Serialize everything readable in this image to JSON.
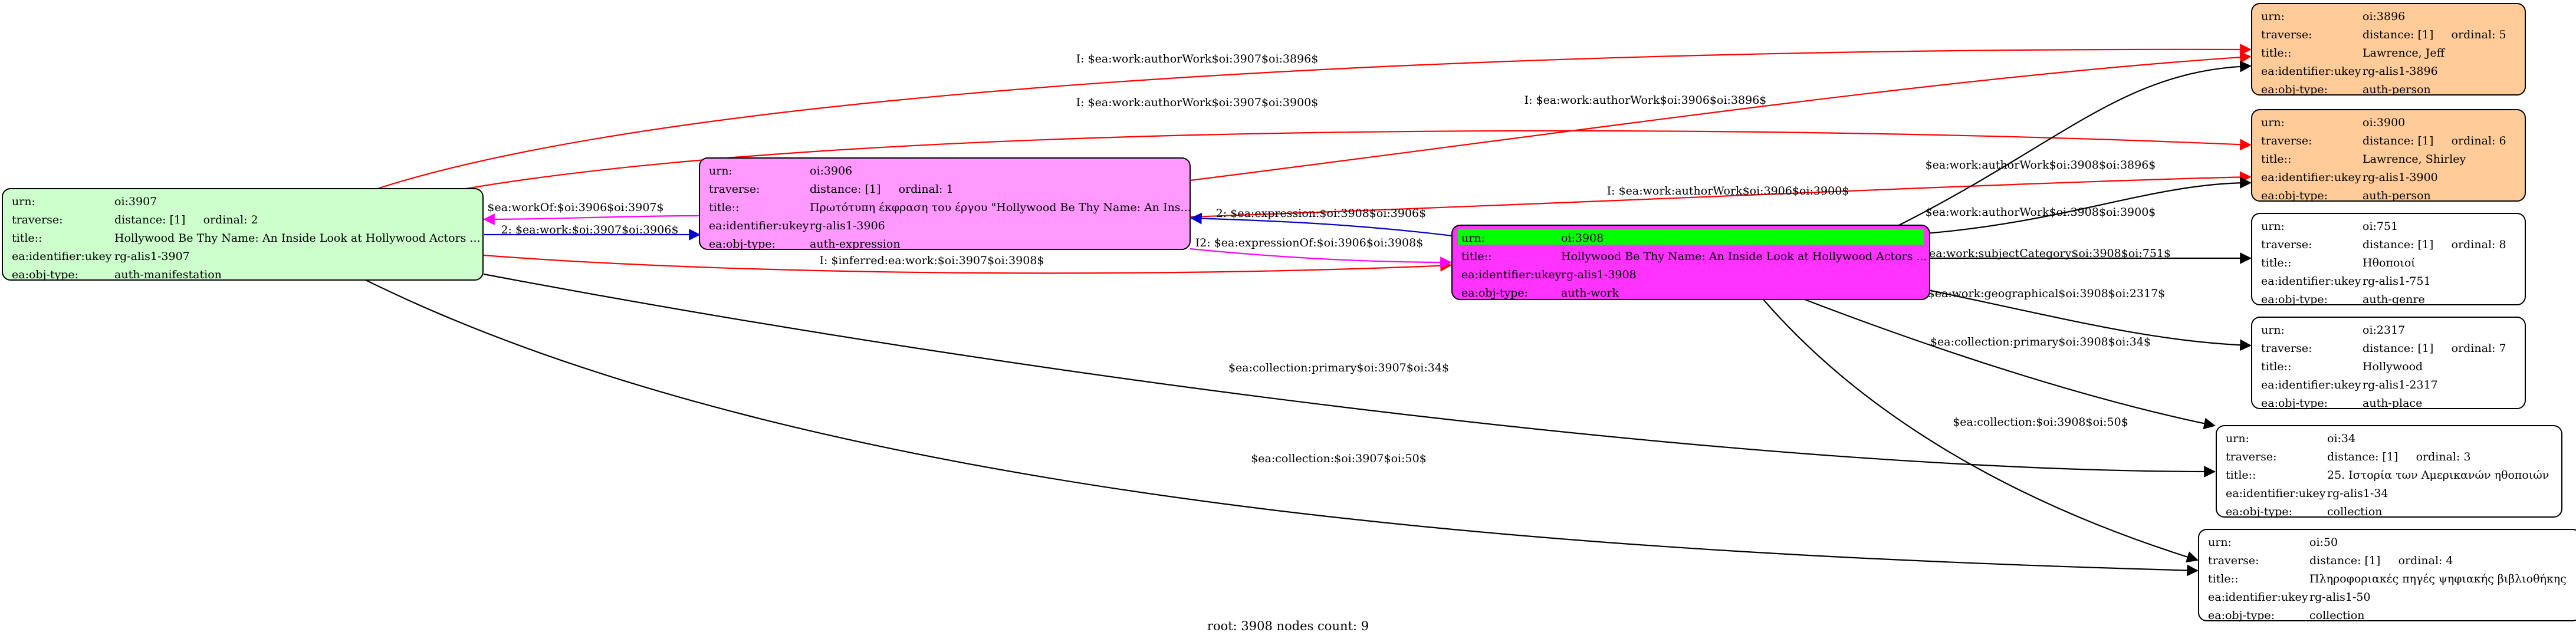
{
  "colors": {
    "manifestation": "#ccffcc",
    "expression": "#ff99ff",
    "work": "#ff33ff",
    "work_urn_row": "#00ff00",
    "person": "#ffcc99",
    "plain": "#ffffff",
    "edge_red": "#ff0000",
    "edge_blue": "#0000cc",
    "edge_magenta": "#ff00ff",
    "edge_black": "#000000"
  },
  "nodes": [
    {
      "id": "n3907",
      "style": "manifestation",
      "rows": [
        [
          "urn:",
          "oi:3907"
        ],
        [
          "traverse:",
          "distance: [1]     ordinal: 2"
        ],
        [
          "title::",
          "Hollywood Be Thy Name: An Inside Look at Hollywood Actors ..."
        ],
        [
          "ea:identifier:ukey",
          "rg-alis1-3907"
        ],
        [
          "ea:obj-type:",
          "auth-manifestation"
        ]
      ]
    },
    {
      "id": "n3906",
      "style": "expression",
      "rows": [
        [
          "urn:",
          "oi:3906"
        ],
        [
          "traverse:",
          "distance: [1]     ordinal: 1"
        ],
        [
          "title::",
          "Πρωτότυπη έκφραση του έργου \"Hollywood Be Thy Name: An Ins..."
        ],
        [
          "ea:identifier:ukey",
          "rg-alis1-3906"
        ],
        [
          "ea:obj-type:",
          "auth-expression"
        ]
      ]
    },
    {
      "id": "n3908",
      "style": "work",
      "rows": [
        [
          "urn:",
          "oi:3908"
        ],
        [
          "title::",
          "Hollywood Be Thy Name: An Inside Look at Hollywood Actors ..."
        ],
        [
          "ea:identifier:ukey",
          "rg-alis1-3908"
        ],
        [
          "ea:obj-type:",
          "auth-work"
        ]
      ]
    },
    {
      "id": "n3896",
      "style": "person",
      "rows": [
        [
          "urn:",
          "oi:3896"
        ],
        [
          "traverse:",
          "distance: [1]     ordinal: 5"
        ],
        [
          "title::",
          "Lawrence, Jeff"
        ],
        [
          "ea:identifier:ukey",
          "rg-alis1-3896"
        ],
        [
          "ea:obj-type:",
          "auth-person"
        ]
      ]
    },
    {
      "id": "n3900",
      "style": "person",
      "rows": [
        [
          "urn:",
          "oi:3900"
        ],
        [
          "traverse:",
          "distance: [1]     ordinal: 6"
        ],
        [
          "title::",
          "Lawrence, Shirley"
        ],
        [
          "ea:identifier:ukey",
          "rg-alis1-3900"
        ],
        [
          "ea:obj-type:",
          "auth-person"
        ]
      ]
    },
    {
      "id": "n751",
      "style": "plain",
      "rows": [
        [
          "urn:",
          "oi:751"
        ],
        [
          "traverse:",
          "distance: [1]     ordinal: 8"
        ],
        [
          "title::",
          "Ηθοποιοί"
        ],
        [
          "ea:identifier:ukey",
          "rg-alis1-751"
        ],
        [
          "ea:obj-type:",
          "auth-genre"
        ]
      ]
    },
    {
      "id": "n2317",
      "style": "plain",
      "rows": [
        [
          "urn:",
          "oi:2317"
        ],
        [
          "traverse:",
          "distance: [1]     ordinal: 7"
        ],
        [
          "title::",
          "Hollywood"
        ],
        [
          "ea:identifier:ukey",
          "rg-alis1-2317"
        ],
        [
          "ea:obj-type:",
          "auth-place"
        ]
      ]
    },
    {
      "id": "n34",
      "style": "plain",
      "rows": [
        [
          "urn:",
          "oi:34"
        ],
        [
          "traverse:",
          "distance: [1]     ordinal: 3"
        ],
        [
          "title::",
          "25. Ιστορία των Αμερικανών ηθοποιών"
        ],
        [
          "ea:identifier:ukey",
          "rg-alis1-34"
        ],
        [
          "ea:obj-type:",
          "collection"
        ]
      ]
    },
    {
      "id": "n50",
      "style": "plain",
      "rows": [
        [
          "urn:",
          "oi:50"
        ],
        [
          "traverse:",
          "distance: [1]     ordinal: 4"
        ],
        [
          "title::",
          "Πληροφοριακές πηγές ψηφιακής βιβλιοθήκης"
        ],
        [
          "ea:identifier:ukey",
          "rg-alis1-50"
        ],
        [
          "ea:obj-type:",
          "collection"
        ]
      ]
    }
  ],
  "edges": [
    {
      "id": "e1",
      "color": "edge_red",
      "label": "I: $ea:work:authorWork$oi:3907$oi:3896$"
    },
    {
      "id": "e2",
      "color": "edge_red",
      "label": "I: $ea:work:authorWork$oi:3907$oi:3900$"
    },
    {
      "id": "e3",
      "color": "edge_red",
      "label": "I: $ea:work:authorWork$oi:3906$oi:3896$"
    },
    {
      "id": "e4",
      "color": "edge_red",
      "label": "I: $ea:work:authorWork$oi:3906$oi:3900$"
    },
    {
      "id": "e5",
      "color": "edge_magenta",
      "label": "I2: $ea:workOf:$oi:3906$oi:3907$"
    },
    {
      "id": "e6",
      "color": "edge_blue",
      "label": "2: $ea:work:$oi:3907$oi:3906$"
    },
    {
      "id": "e7",
      "color": "edge_red",
      "label": "I: $inferred:ea:work:$oi:3907$oi:3908$"
    },
    {
      "id": "e8",
      "color": "edge_blue",
      "label": "2: $ea:expression:$oi:3908$oi:3906$"
    },
    {
      "id": "e9",
      "color": "edge_magenta",
      "label": "I2: $ea:expressionOf:$oi:3906$oi:3908$"
    },
    {
      "id": "e10",
      "color": "edge_black",
      "label": "$ea:work:authorWork$oi:3908$oi:3896$"
    },
    {
      "id": "e11",
      "color": "edge_black",
      "label": "$ea:work:authorWork$oi:3908$oi:3900$"
    },
    {
      "id": "e12",
      "color": "edge_black",
      "label": "$ea:work:subjectCategory$oi:3908$oi:751$"
    },
    {
      "id": "e13",
      "color": "edge_black",
      "label": "$ea:work:geographical$oi:3908$oi:2317$"
    },
    {
      "id": "e14",
      "color": "edge_black",
      "label": "$ea:collection:primary$oi:3908$oi:34$"
    },
    {
      "id": "e15",
      "color": "edge_black",
      "label": "$ea:collection:$oi:3908$oi:50$"
    },
    {
      "id": "e16",
      "color": "edge_black",
      "label": "$ea:collection:primary$oi:3907$oi:34$"
    },
    {
      "id": "e17",
      "color": "edge_black",
      "label": "$ea:collection:$oi:3907$oi:50$"
    }
  ],
  "footer": "root: 3908 nodes count: 9"
}
